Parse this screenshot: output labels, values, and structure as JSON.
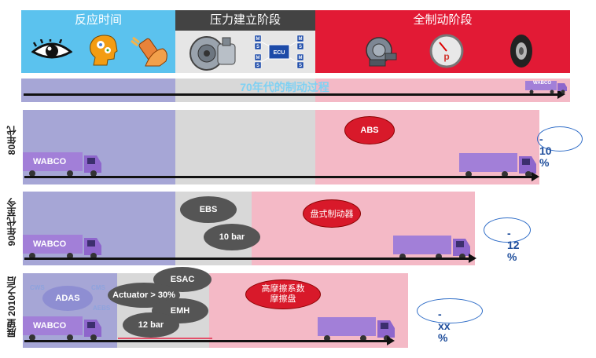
{
  "header": {
    "phase1": "反应时间",
    "phase2": "压力建立阶段",
    "phase3": "全制动阶段",
    "ecu_label": "ECU",
    "m_labels": [
      "M",
      "S",
      "M",
      "S",
      "M",
      "S",
      "M",
      "S"
    ]
  },
  "row1": {
    "title": "70年代的制动过程",
    "truck_brand": "WABCO"
  },
  "row2": {
    "era": "80年代",
    "tech": "ABS",
    "result": "- 10 %",
    "truck_brand": "WABCO"
  },
  "row3": {
    "era": "90年代至今",
    "tech1": "EBS",
    "tech2": "10 bar",
    "tech3": "盘式制动器",
    "result": "- 12 %",
    "truck_brand": "WABCO"
  },
  "row4": {
    "era": "展望 2010之后",
    "adas": "ADAS",
    "ghost_labels": [
      "CWS",
      "CMS",
      "AEBS"
    ],
    "tech_esac": "ESAC",
    "tech_actuator": "Actuator > 30%",
    "tech_emh": "EMH",
    "tech_bar": "12 bar",
    "friction_line1": "高摩擦系数",
    "friction_line2": "摩擦盘",
    "result": "- xx %",
    "truck_brand": "WABCO"
  },
  "colors": {
    "reaction": "#5bc2ee",
    "pressure": "#434343",
    "full": "#e21a35",
    "lavender": "#a6a6d6",
    "grey": "#d8d8d8",
    "pink": "#f4b9c6",
    "oval_dark": "#555555",
    "oval_red": "#d8192a",
    "pct_blue": "#1f4e9c"
  },
  "icons": [
    "eye-icon",
    "head-gears-icon",
    "foot-pedal-icon",
    "brake-compressor-icon",
    "ecu-modulator-icon",
    "brake-actuator-icon",
    "pressure-gauge-icon",
    "tire-icon"
  ]
}
